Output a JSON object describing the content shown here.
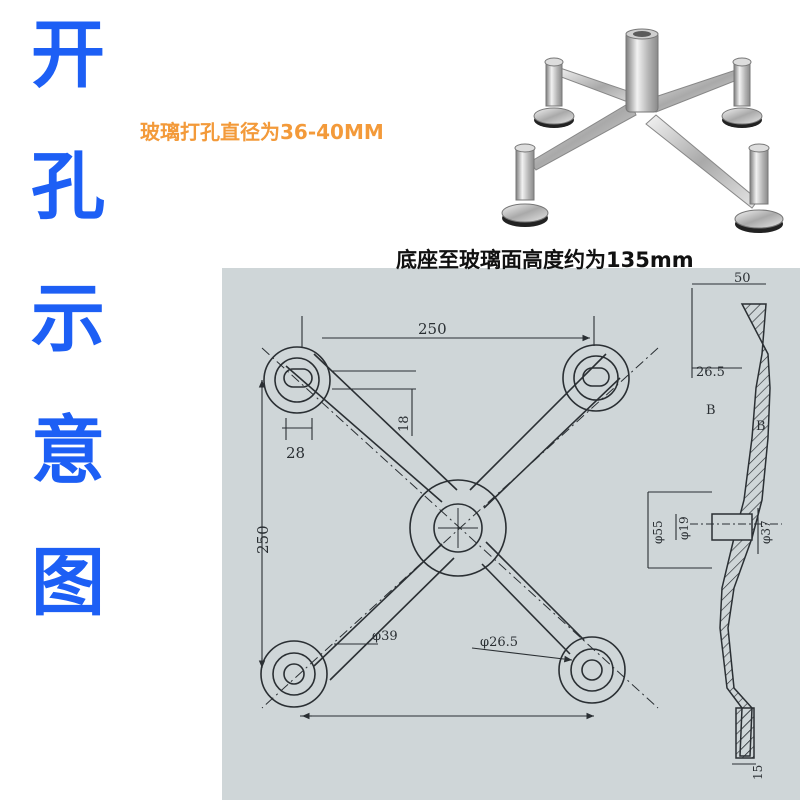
{
  "title_chars": [
    "开",
    "孔",
    "示",
    "意",
    "图"
  ],
  "notes": {
    "hole_diameter": "玻璃打孔直径为36-40MM",
    "base_height": "底座至玻璃面高度约为135mm"
  },
  "drawing": {
    "dim_spacing_h": "250",
    "dim_spacing_v": "250",
    "dim_slot_width": "28",
    "dim_slot_height": "18",
    "dim_hub_dia": "φ39",
    "dim_bolt_dia": "φ26.5",
    "dim_profile_width": "50",
    "dim_profile_offset": "26.5",
    "section_label": "B",
    "dim_outer_dia": "φ55",
    "dim_bore_dia": "φ19",
    "dim_boss_dia": "φ37",
    "dim_foot": "15"
  },
  "colors": {
    "title_blue": "#1d5ff5",
    "note_orange": "#f39a3a",
    "drawing_paper": "#cfd6d8",
    "line_ink": "#2a2f33"
  }
}
